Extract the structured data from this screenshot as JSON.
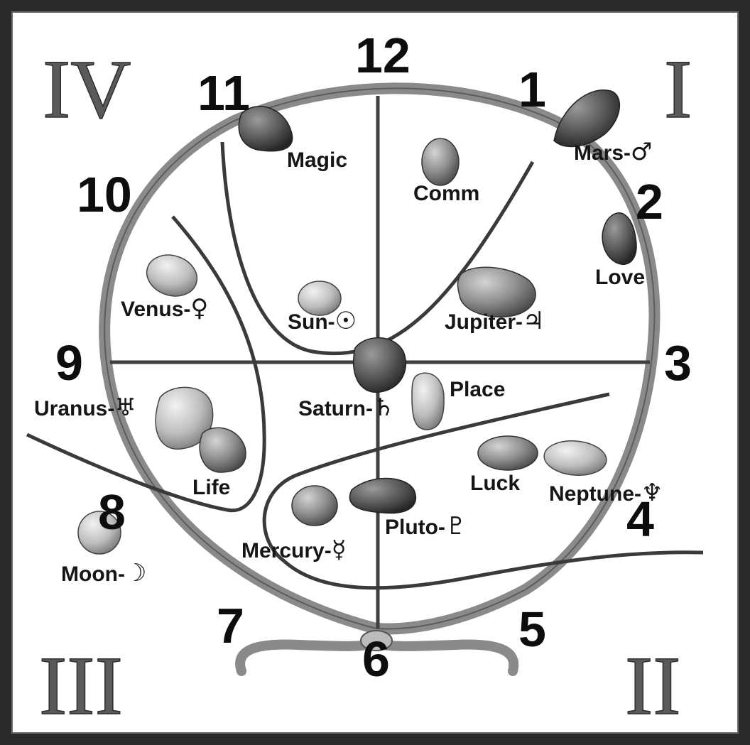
{
  "numbers": {
    "n1": "1",
    "n2": "2",
    "n3": "3",
    "n4": "4",
    "n5": "5",
    "n6": "6",
    "n7": "7",
    "n8": "8",
    "n9": "9",
    "n10": "10",
    "n11": "11",
    "n12": "12"
  },
  "quadrants": {
    "q1": "I",
    "q2": "II",
    "q3": "III",
    "q4": "IV"
  },
  "labels": {
    "magic": "Magic",
    "comm": "Comm",
    "mars": "Mars-",
    "love": "Love",
    "venus": "Venus-",
    "sun": "Sun-",
    "jupiter": "Jupiter-",
    "uranus": "Uranus-",
    "saturn": "Saturn-",
    "place": "Place",
    "life": "Life",
    "luck": "Luck",
    "neptune": "Neptune-",
    "pluto": "Pluto-",
    "mercury": "Mercury-",
    "moon": "Moon-"
  },
  "symbols": {
    "mars": "♂",
    "venus": "♀",
    "sun": "☉",
    "jupiter": "♃",
    "uranus": "♅",
    "saturn": "♄",
    "neptune": "♆",
    "pluto": "♇",
    "mercury": "☿",
    "moon": "☽"
  },
  "colors": {
    "frame": "#2a2a2a",
    "ring": "#7f7f7f",
    "lines": "#3f3f3f",
    "numbers": "#0d0d0d",
    "roman": "#5a5a5a"
  }
}
